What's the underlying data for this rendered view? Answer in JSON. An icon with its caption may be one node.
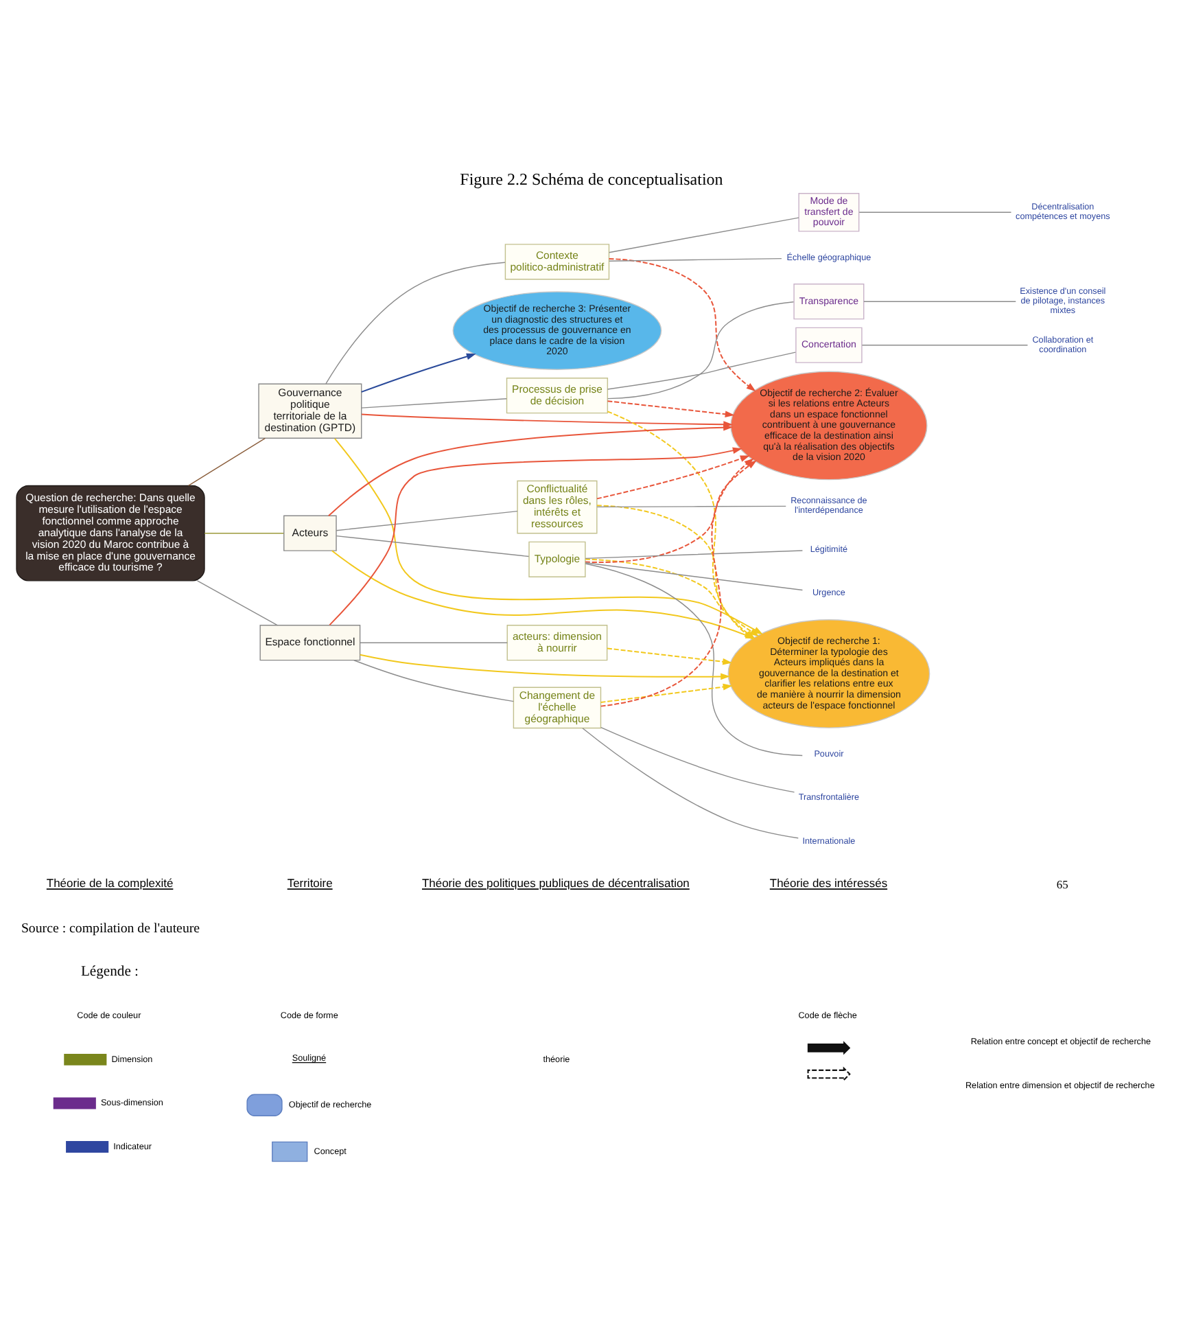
{
  "diagram": {
    "title": "Figure 2.2 Schéma de conceptualisation",
    "caption": "Source : compilation de l'auteure",
    "nodes": [
      {
        "text": [
          "Objectif de recherche 1: Déterminer la typologie des Acteurs impliqués dans la gouvernance de la destination et clarifier les relations entre eux de manière à nourrir la dimension acteurs de l'espace fonctionnel"
        ]
      },
      {
        "text": [
          "Objectif de recherche 2: Évaluer si les relations entre Acteurs dans un espace fonctionnel contribuent à une gouvernance efficace de la destination ainsi qu'à la réalisation des objectifs de la vision 2020"
        ]
      },
      {
        "text": [
          "Objectif de recherche 3: Présenter un diagnostic des structures et des processus de gouvernance en place dans le cadre de la vision 2020"
        ]
      },
      {
        "text": [
          "Question de recherche: Dans quelle mesure l'utilisation de l'espace fonctionnel comme approche analytique dans l'analyse de la vision 2020 du Maroc contribue à la mise en place d'une gouvernance efficace du tourisme ?"
        ]
      },
      {
        "text": [
          "Gouvernance politique territoriale de la destination (GPTD)"
        ]
      },
      {
        "text": [
          "Contexte politico-administratif"
        ]
      },
      {
        "text": [
          "Processus de prise de décision"
        ]
      },
      {
        "text": [
          "Échelle géographique"
        ]
      },
      {
        "text": [
          "Mode de transfert de pouvoir"
        ]
      },
      {
        "text": [
          "Décentralisation compétences et moyens"
        ]
      },
      {
        "text": [
          "Transparence"
        ]
      },
      {
        "text": [
          "Existence d'un conseil de pilotage, instances mixtes"
        ]
      },
      {
        "text": [
          "Concertation"
        ]
      },
      {
        "text": [
          "Collaboration et coordination"
        ]
      },
      {
        "text": [
          "Acteurs"
        ]
      },
      {
        "text": [
          "Typologie"
        ]
      },
      {
        "text": [
          "Pouvoir"
        ]
      },
      {
        "text": [
          "Légitimité"
        ]
      },
      {
        "text": [
          "Urgence"
        ]
      },
      {
        "text": [
          "Conflictualité dans les rôles, intérêts et ressources"
        ]
      },
      {
        "text": [
          "Reconnaissance de l'interdépendance"
        ]
      },
      {
        "text": [
          "Espace fonctionnel"
        ]
      },
      {
        "text": [
          "Changement de l'échelle géographique"
        ]
      },
      {
        "text": [
          "Transfrontalière"
        ]
      },
      {
        "text": [
          "Internationale"
        ]
      },
      {
        "text": [
          "acteurs: dimension à nourrir"
        ]
      }
    ],
    "edges": [
      {
        "from": 3,
        "to": 4,
        "arrow": "none",
        "color": "#8b5e3c"
      },
      {
        "from": 3,
        "to": 14,
        "arrow": "none",
        "color": "#9c9a3a"
      },
      {
        "from": 3,
        "to": 21,
        "arrow": "none"
      },
      {
        "from": 4,
        "to": 5,
        "arrow": "none"
      },
      {
        "from": 4,
        "to": 6,
        "arrow": "none"
      },
      {
        "from": 5,
        "to": 7,
        "arrow": "none"
      },
      {
        "from": 5,
        "to": 8,
        "arrow": "none"
      },
      {
        "from": 8,
        "to": 9,
        "arrow": "none"
      },
      {
        "from": 6,
        "to": 10,
        "arrow": "none"
      },
      {
        "from": 10,
        "to": 11,
        "arrow": "none"
      },
      {
        "from": 6,
        "to": 12,
        "arrow": "none"
      },
      {
        "from": 12,
        "to": 13,
        "arrow": "none"
      },
      {
        "from": 14,
        "to": 15,
        "arrow": "none"
      },
      {
        "from": 15,
        "to": 16,
        "arrow": "none"
      },
      {
        "from": 15,
        "to": 17,
        "arrow": "none"
      },
      {
        "from": 15,
        "to": 18,
        "arrow": "none"
      },
      {
        "from": 14,
        "to": 19,
        "arrow": "none"
      },
      {
        "from": 19,
        "to": 20,
        "arrow": "none"
      },
      {
        "from": 21,
        "to": 22,
        "arrow": "none"
      },
      {
        "from": 21,
        "to": 25,
        "arrow": "none"
      },
      {
        "from": 22,
        "to": 23,
        "arrow": "none"
      },
      {
        "from": 22,
        "to": 24,
        "arrow": "none"
      },
      {
        "from": 4,
        "to": 1,
        "arrow": "to",
        "color": "#e8553a"
      },
      {
        "from": 14,
        "to": 1,
        "arrow": "to",
        "color": "#e8553a"
      },
      {
        "from": 21,
        "to": 1,
        "arrow": "to",
        "color": "#e8553a"
      },
      {
        "from": 5,
        "to": 1,
        "arrow": "to",
        "style": "dashed",
        "color": "#e8553a"
      },
      {
        "from": 6,
        "to": 1,
        "arrow": "to",
        "style": "dashed",
        "color": "#e8553a"
      },
      {
        "from": 15,
        "to": 1,
        "arrow": "to",
        "style": "dashed",
        "color": "#e8553a"
      },
      {
        "from": 19,
        "to": 1,
        "arrow": "to",
        "style": "dashed",
        "color": "#e8553a"
      },
      {
        "from": 22,
        "to": 1,
        "arrow": "to",
        "style": "dashed",
        "color": "#e8553a"
      },
      {
        "from": 4,
        "to": 0,
        "arrow": "to",
        "color": "#f2c81d"
      },
      {
        "from": 14,
        "to": 0,
        "arrow": "to",
        "color": "#f2c81d"
      },
      {
        "from": 21,
        "to": 0,
        "arrow": "to",
        "color": "#f2c81d"
      },
      {
        "from": 6,
        "to": 0,
        "arrow": "to",
        "style": "dashed",
        "color": "#f2c81d"
      },
      {
        "from": 15,
        "to": 0,
        "arrow": "to",
        "style": "dashed",
        "color": "#f2c81d"
      },
      {
        "from": 19,
        "to": 0,
        "arrow": "to",
        "style": "dashed",
        "color": "#f2c81d"
      },
      {
        "from": 22,
        "to": 0,
        "arrow": "to",
        "style": "dashed",
        "color": "#f2c81d"
      },
      {
        "from": 25,
        "to": 0,
        "arrow": "to",
        "style": "dashed",
        "color": "#f2c81d"
      },
      {
        "from": 4,
        "to": 2,
        "arrow": "to",
        "color": "#2a4a9a"
      }
    ],
    "labels": [
      "65",
      "Théorie de la complexité",
      "Territoire",
      "Théorie des politiques publiques de décentralisation",
      "Théorie des intéressés",
      "Légende :",
      "Code de couleur",
      "Code de forme",
      "Souligné",
      "Code de flèche"
    ],
    "legend": [
      {
        "text": "Dimension",
        "color": "#7a861c"
      },
      {
        "text": "Sous-dimension",
        "color": "#6b2c8c"
      },
      {
        "text": "Indicateur",
        "color": "#2f47a0"
      },
      {
        "text": "théorie"
      },
      {
        "text": "Objectif de recherche"
      },
      {
        "text": "Concept"
      },
      {
        "text": "Relation entre concept et objectif de recherche"
      },
      {
        "text": "Relation entre dimension et objectif de recherche"
      }
    ]
  }
}
